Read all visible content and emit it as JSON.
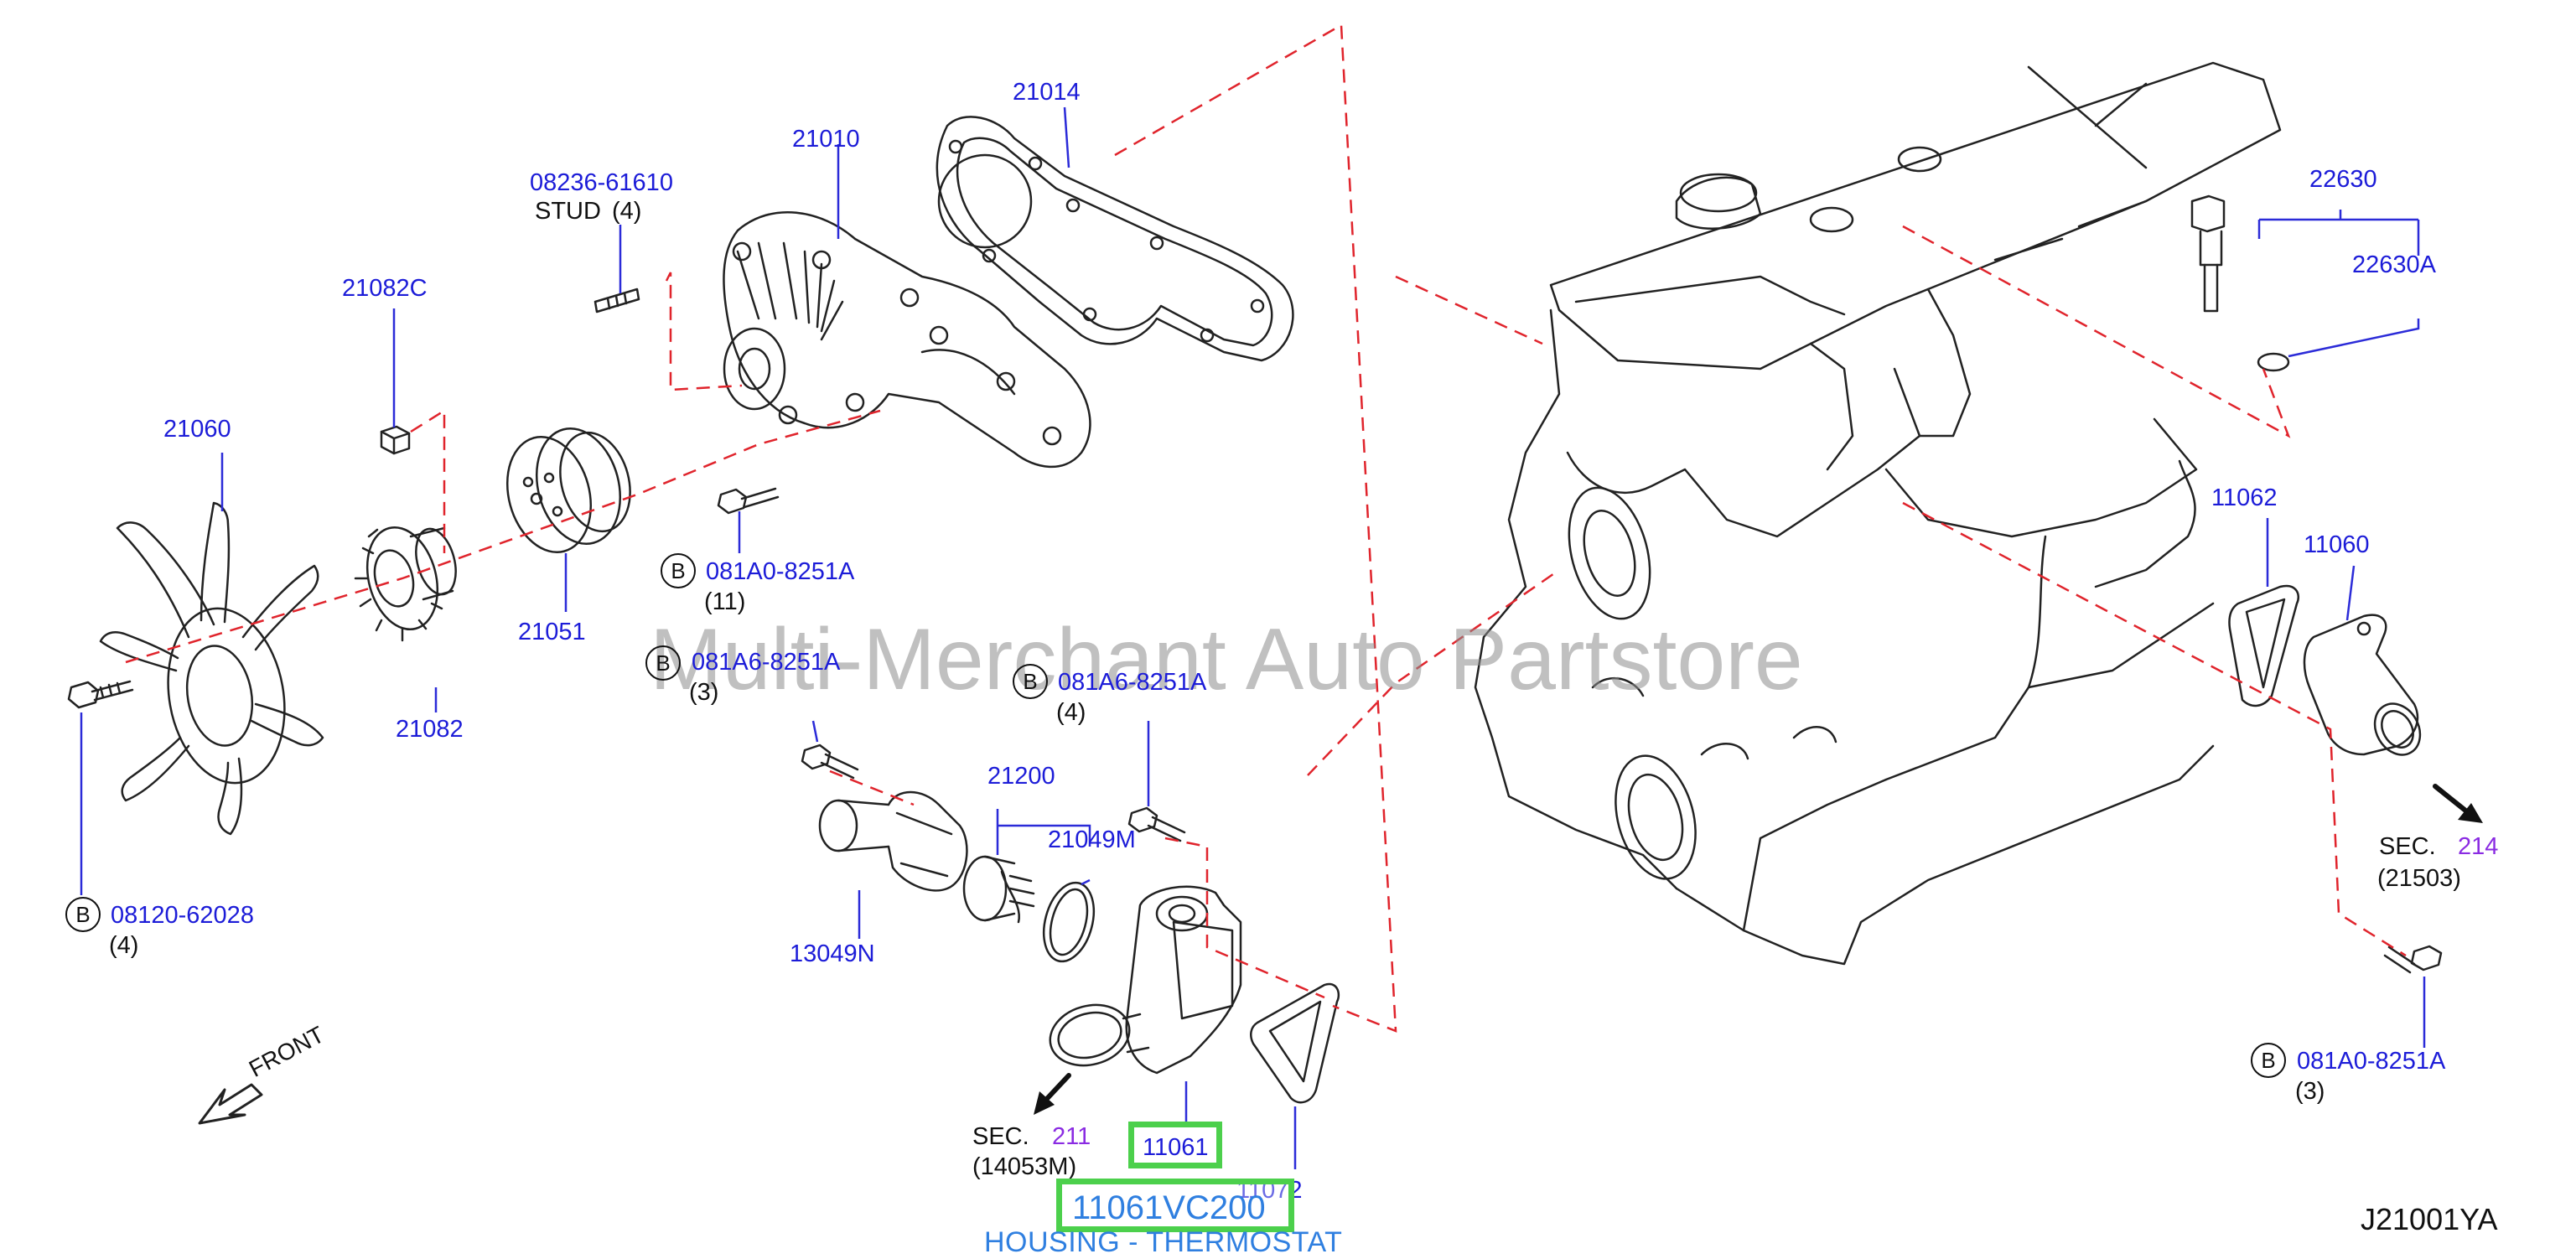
{
  "diagram": {
    "code": "J21001YA",
    "watermark": "Multi-Merchant Auto Partstore",
    "front_label": "FRONT",
    "parts": {
      "p21014": "21014",
      "p21010": "21010",
      "p08236": "08236-61610",
      "stud": "STUD",
      "stud_qty": "(4)",
      "p21082C": "21082C",
      "p21060": "21060",
      "p21051": "21051",
      "p21082": "21082",
      "b1_part": "081A0-8251A",
      "b1_qty": "(11)",
      "b2_part": "081A6-8251A",
      "b2_qty": "(3)",
      "b3_part": "081A6-8251A",
      "b3_qty": "(4)",
      "b4_part": "08120-62028",
      "b4_qty": "(4)",
      "b5_part": "081A0-8251A",
      "b5_qty": "(3)",
      "bolt_symbol": "B",
      "p21200": "21200",
      "p21049M": "21049M",
      "p13049N": "13049N",
      "p11061": "11061",
      "p11072": "11072",
      "p22630": "22630",
      "p22630A": "22630A",
      "p11062": "11062",
      "p11060": "11060"
    },
    "sections": {
      "sec_word": "SEC.",
      "sec211": "211",
      "sec211_ref": "(14053M)",
      "sec214": "214",
      "sec214_ref": "(21503)"
    },
    "highlight": {
      "part_number": "11061VC200",
      "description": "HOUSING - THERMOSTAT"
    }
  }
}
